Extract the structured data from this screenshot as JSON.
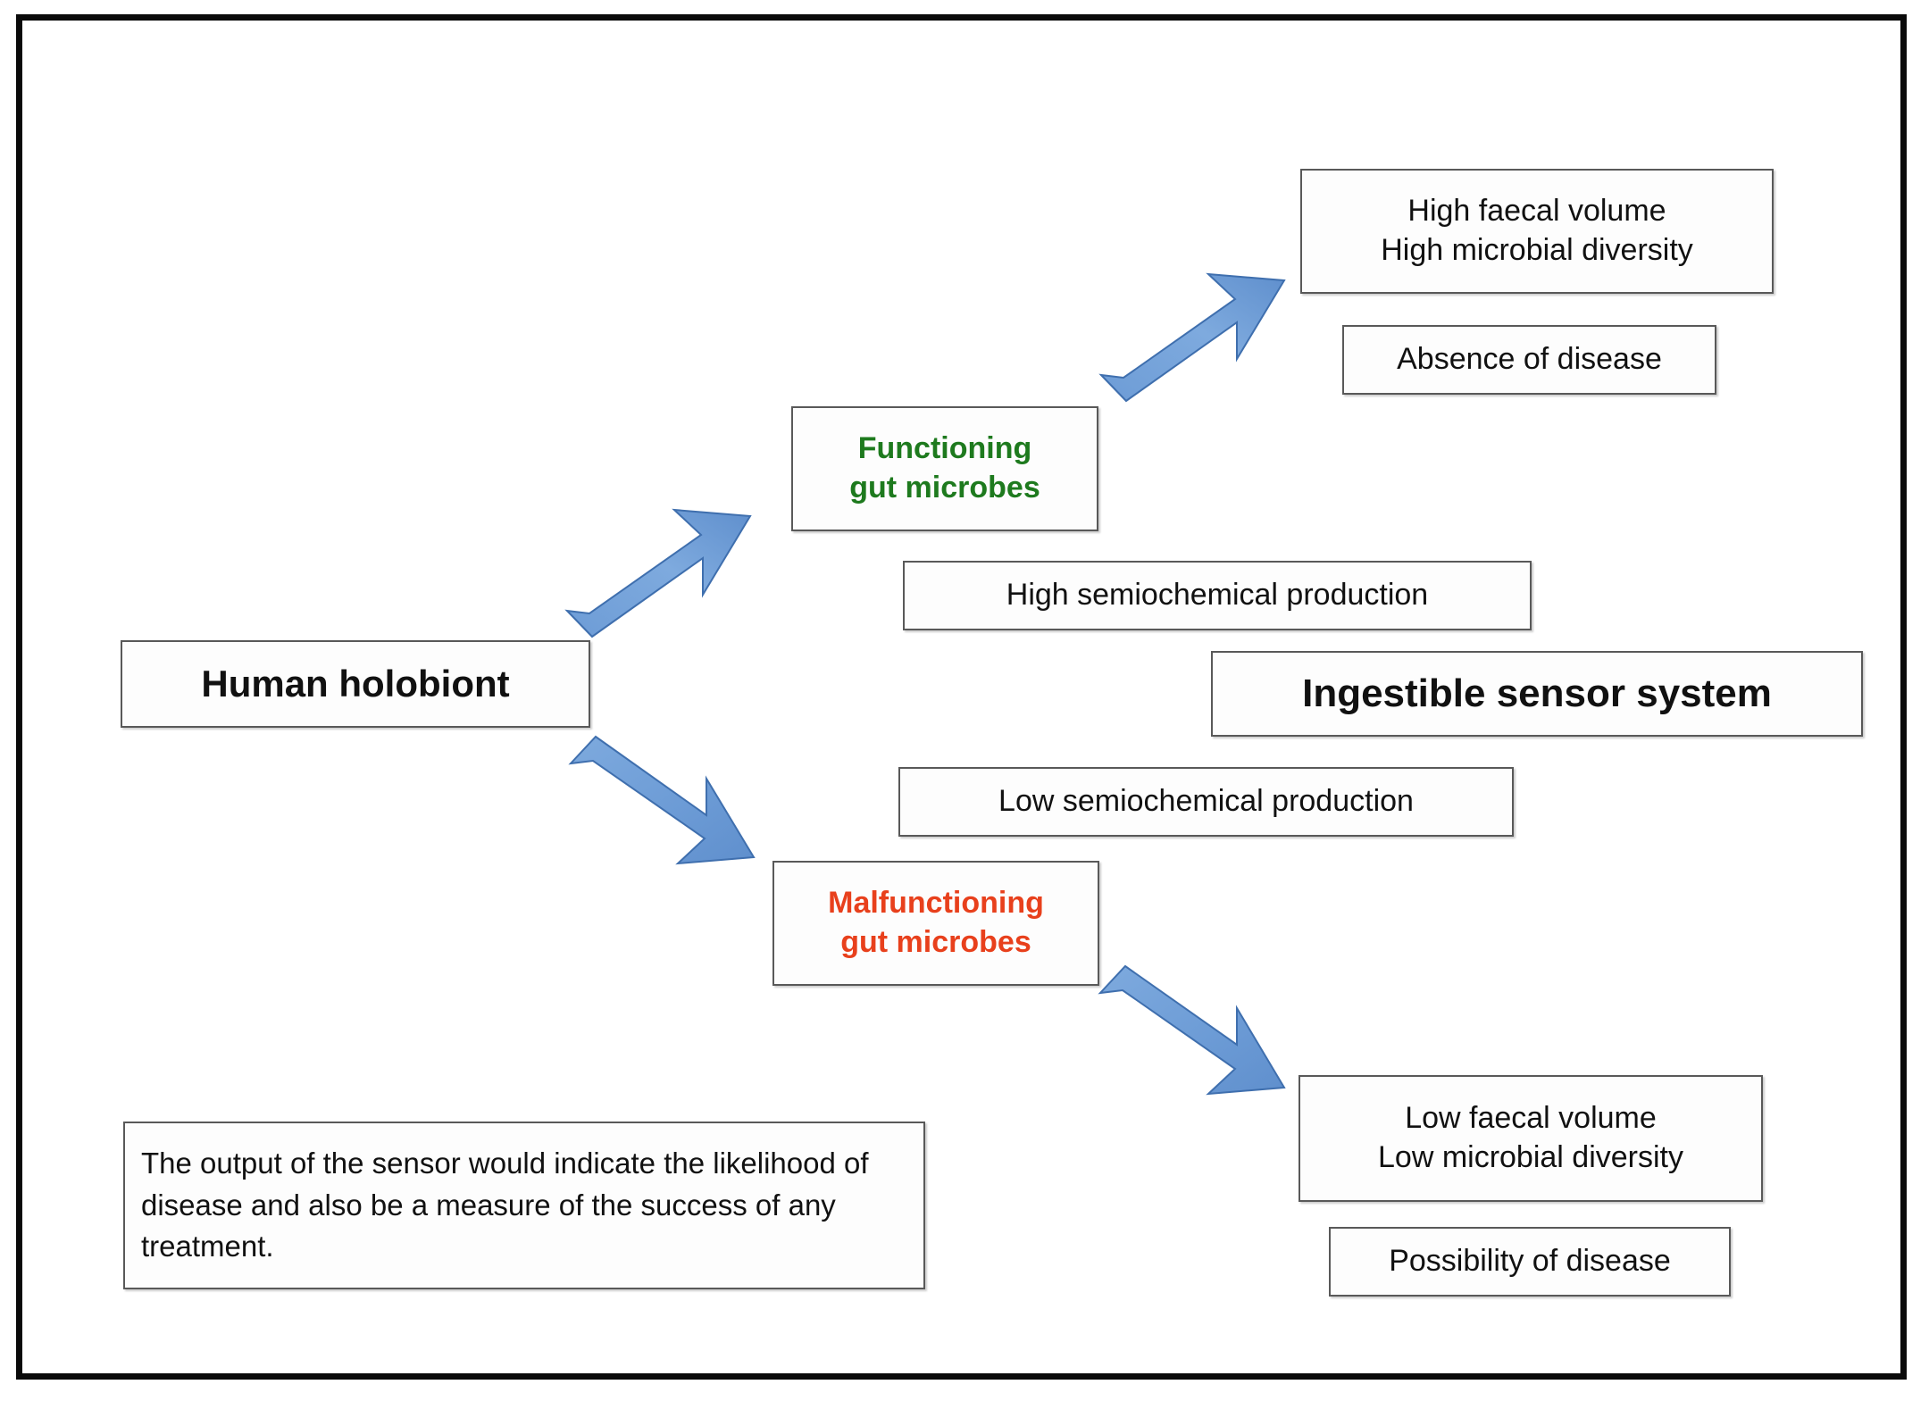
{
  "diagram": {
    "title": "Human holobiont gut microbe ingestible sensor system concept diagram",
    "colors": {
      "frame": "#0a0a0a",
      "box_border": "#595959",
      "arrow_fill": "#6f9fd8",
      "arrow_stroke": "#3f6fae",
      "green_text": "#1e7a1e",
      "red_text": "#e8401c",
      "body_text": "#111111",
      "background": "#ffffff"
    },
    "nodes": {
      "human_holobiont": "Human holobiont",
      "functioning_gut_microbes": "Functioning\ngut microbes",
      "malfunctioning_gut_microbes": "Malfunctioning\ngut microbes",
      "high_semiochemical": "High semiochemical production",
      "low_semiochemical": "Low semiochemical production",
      "ingestible_sensor_system": "Ingestible sensor system",
      "high_faecal": "High faecal volume\nHigh microbial diversity",
      "absence_of_disease": "Absence of disease",
      "low_faecal": "Low faecal volume\nLow microbial diversity",
      "possibility_of_disease": "Possibility of disease",
      "caption": "The output of the sensor would indicate the likelihood of disease and also be a measure of the success of any treatment."
    },
    "arrows": [
      {
        "name": "human-holobiont-to-functioning-gut-microbes",
        "direction": "up-right"
      },
      {
        "name": "functioning-gut-microbes-to-high-outcome",
        "direction": "up-right"
      },
      {
        "name": "human-holobiont-to-malfunctioning-gut-microbes",
        "direction": "down-right"
      },
      {
        "name": "malfunctioning-gut-microbes-to-low-outcome",
        "direction": "down-right"
      }
    ]
  }
}
